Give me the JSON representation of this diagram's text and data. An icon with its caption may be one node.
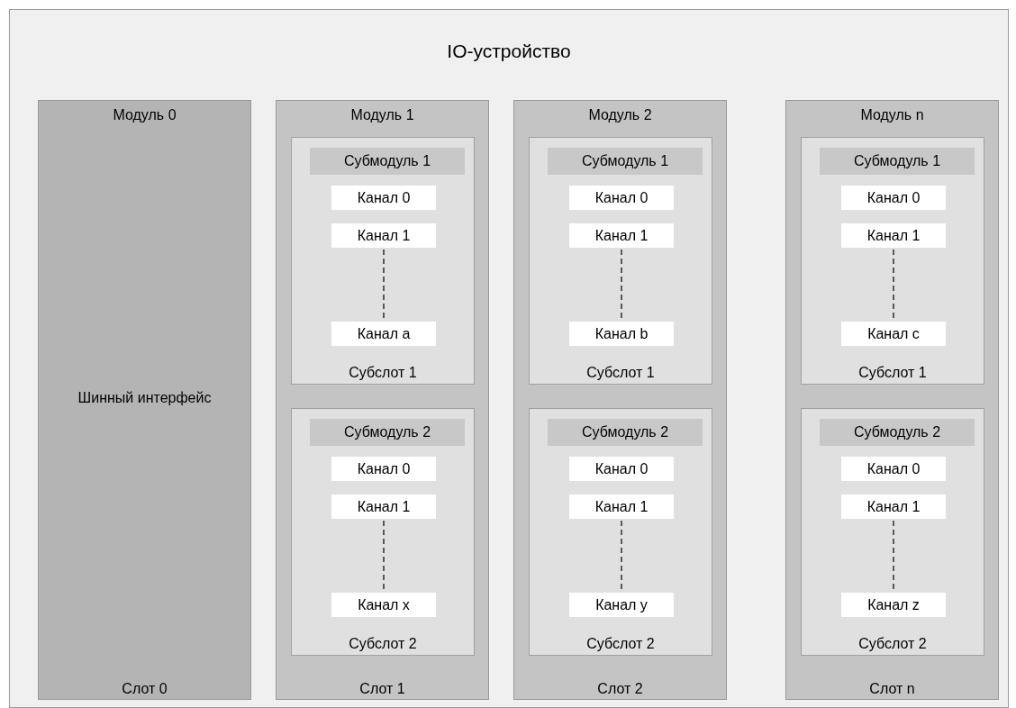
{
  "diagram": {
    "nodes": [
      {
        "text": [
          "IO-устройство"
        ]
      },
      {
        "text": [
          "Модуль 0",
          "Шинный интерфейс",
          "Слот 0"
        ],
        "in": 0
      },
      {
        "text": [
          "Модуль 1",
          "Слот 1"
        ],
        "in": 0
      },
      {
        "text": [
          "Субслот 1"
        ],
        "in": 2
      },
      {
        "text": [
          "Субмодуль 1"
        ],
        "in": 3
      },
      {
        "text": [
          "Канал 0"
        ],
        "in": 3
      },
      {
        "text": [
          "Канал 1"
        ],
        "in": 3
      },
      {
        "text": [
          "Канал a"
        ],
        "in": 3
      },
      {
        "text": [
          "Субслот 2"
        ],
        "in": 2
      },
      {
        "text": [
          "Субмодуль 2"
        ],
        "in": 8
      },
      {
        "text": [
          "Канал 0"
        ],
        "in": 8
      },
      {
        "text": [
          "Канал 1"
        ],
        "in": 8
      },
      {
        "text": [
          "Канал x"
        ],
        "in": 8
      },
      {
        "text": [
          "Модуль 2",
          "Слот 2"
        ],
        "in": 0
      },
      {
        "text": [
          "Субслот 1"
        ],
        "in": 13
      },
      {
        "text": [
          "Субмодуль 1"
        ],
        "in": 14
      },
      {
        "text": [
          "Канал 0"
        ],
        "in": 14
      },
      {
        "text": [
          "Канал 1"
        ],
        "in": 14
      },
      {
        "text": [
          "Канал b"
        ],
        "in": 14
      },
      {
        "text": [
          "Субслот 2"
        ],
        "in": 13
      },
      {
        "text": [
          "Субмодуль 2"
        ],
        "in": 19
      },
      {
        "text": [
          "Канал 0"
        ],
        "in": 19
      },
      {
        "text": [
          "Канал 1"
        ],
        "in": 19
      },
      {
        "text": [
          "Канал y"
        ],
        "in": 19
      },
      {
        "text": [
          "Модуль n",
          "Слот n"
        ],
        "in": 0
      },
      {
        "text": [
          "Субслот 1"
        ],
        "in": 24
      },
      {
        "text": [
          "Субмодуль 1"
        ],
        "in": 25
      },
      {
        "text": [
          "Канал 0"
        ],
        "in": 25
      },
      {
        "text": [
          "Канал 1"
        ],
        "in": 25
      },
      {
        "text": [
          "Канал c"
        ],
        "in": 25
      },
      {
        "text": [
          "Субслот 2"
        ],
        "in": 24
      },
      {
        "text": [
          "Субмодуль 2"
        ],
        "in": 30
      },
      {
        "text": [
          "Канал 0"
        ],
        "in": 30
      },
      {
        "text": [
          "Канал 1"
        ],
        "in": 30
      },
      {
        "text": [
          "Канал z"
        ],
        "in": 30
      }
    ],
    "edges": [
      {
        "from": 6,
        "to": 7,
        "arrow": "none",
        "style": "dashed"
      },
      {
        "from": 11,
        "to": 12,
        "arrow": "none",
        "style": "dashed"
      },
      {
        "from": 17,
        "to": 18,
        "arrow": "none",
        "style": "dashed"
      },
      {
        "from": 22,
        "to": 23,
        "arrow": "none",
        "style": "dashed"
      },
      {
        "from": 28,
        "to": 29,
        "arrow": "none",
        "style": "dashed"
      },
      {
        "from": 33,
        "to": 34,
        "arrow": "none",
        "style": "dashed"
      }
    ]
  }
}
